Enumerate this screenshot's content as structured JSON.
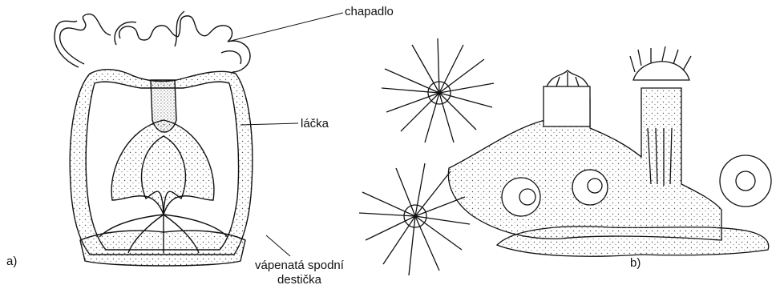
{
  "labels": {
    "tentacle": "chapadlo",
    "cavity": "láčka",
    "basal_plate_line1": "vápenatá spodní",
    "basal_plate_line2": "destička",
    "panel_a": "a)",
    "panel_b": "b)"
  },
  "colors": {
    "ink": "#111111",
    "background": "#ffffff",
    "stipple": "#6a6a6a"
  }
}
